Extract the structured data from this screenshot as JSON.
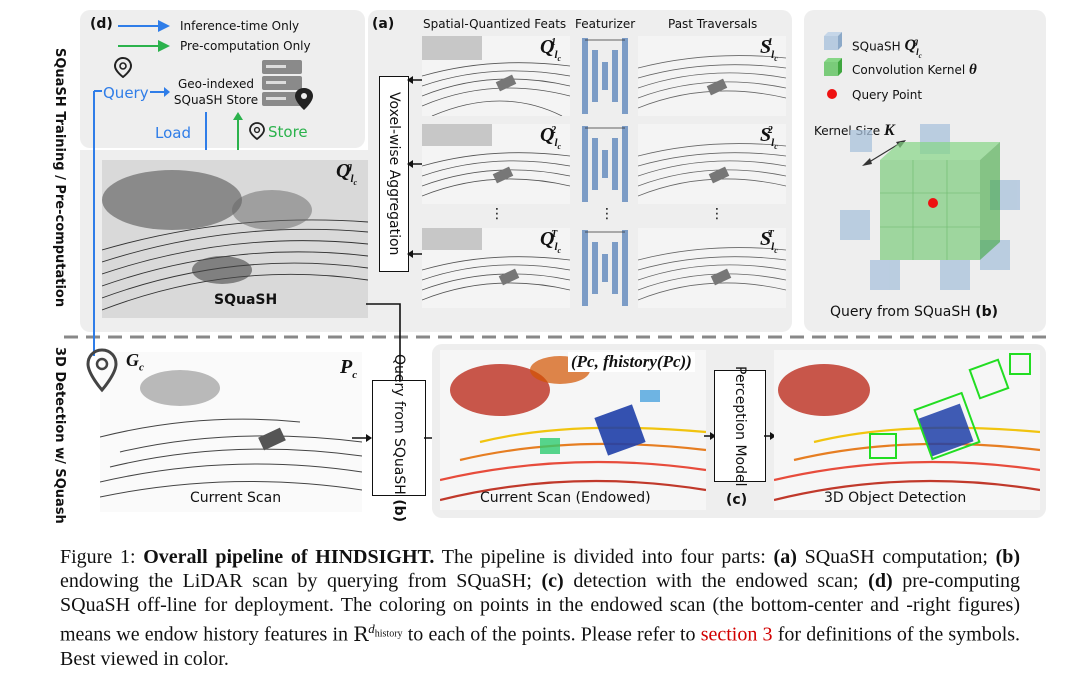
{
  "side_labels": {
    "top": "SQuaSH Training / Pre-computation",
    "bottom": "3D Detection w/ SQuash"
  },
  "panel_d": {
    "tag": "(d)",
    "legend": [
      {
        "label": "Inference-time Only",
        "color": "#2f7de8"
      },
      {
        "label": "Pre-computation Only",
        "color": "#2bb24c"
      }
    ],
    "query": "Query",
    "store_label": "Geo-indexed SQuaSH Store",
    "load": "Load",
    "store": "Store"
  },
  "panel_a": {
    "tag": "(a)",
    "col_headers": [
      "Spatial-Quantized Feats",
      "Featurizer",
      "Past Traversals"
    ],
    "aggregation": "Voxel-wise Aggregation",
    "q_labels": [
      "Q1",
      "Q2",
      "QT"
    ],
    "s_labels": [
      "S1",
      "S2",
      "ST"
    ],
    "dots": "⋮",
    "squash_label": "SQuaSH",
    "qg_label": "Qg"
  },
  "panel_b": {
    "legend": [
      {
        "label": "SQuaSH",
        "symbol": "Q"
      },
      {
        "label": "Convolution Kernel",
        "symbol": "θ"
      },
      {
        "label": "Query Point",
        "symbol": ""
      }
    ],
    "kernel_size": "Kernel Size",
    "kernel_symbol": "K",
    "caption": "Query from SQuaSH",
    "caption_tag": "(b)",
    "colors": {
      "squash": "#a9c2dc",
      "kernel": "#5cc25c",
      "query": "#ee1111"
    }
  },
  "bottom": {
    "gc_label": "G",
    "gc_sub": "c",
    "pc_label": "P",
    "pc_sub": "c",
    "current_scan": "Current Scan",
    "query_box": "Query from SQuaSH",
    "query_box_tag": "(b)",
    "endowed_formula": "(Pc, fhistory(Pc))",
    "endowed_label": "Current Scan (Endowed)",
    "perception_box": "Perception Model",
    "tag_c": "(c)",
    "detection_label": "3D Object Detection"
  },
  "caption": {
    "prefix": "Figure 1:",
    "title": "Overall pipeline of HINDSIGHT.",
    "s1": "The pipeline is divided into four parts:",
    "a_tag": "(a)",
    "a_text": "SQuaSH computation;",
    "b_tag": "(b)",
    "b_text": "endowing the LiDAR scan by querying from SQuaSH;",
    "c_tag": "(c)",
    "c_text": "detection with the endowed scan;",
    "d_tag": "(d)",
    "d_text": "pre-computing SQuaSH off-line for deployment.",
    "s2": "The coloring on points in the endowed scan (the bottom-center and -right figures) means we endow history features in",
    "space": "R",
    "space_sup": "d",
    "space_sub": "history",
    "s3": "to each of the points. Please refer to",
    "link": "section 3",
    "s4": "for definitions of the symbols. Best viewed in color."
  }
}
